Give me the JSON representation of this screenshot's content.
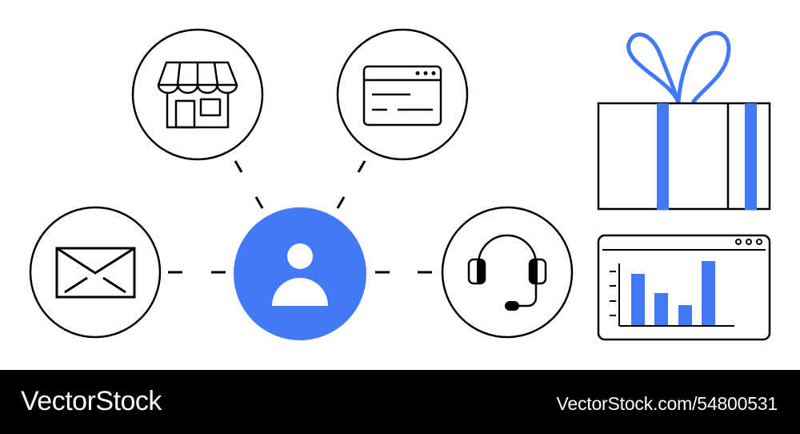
{
  "illustration": {
    "theme": "customer-centered business services",
    "accent_color": "#4279f7",
    "stroke_color": "#000000",
    "center": {
      "icon": "user-icon",
      "style": "filled-blue-circle"
    },
    "satellites": [
      {
        "icon": "storefront-icon",
        "position": "top-left"
      },
      {
        "icon": "browser-window-icon",
        "position": "top-right"
      },
      {
        "icon": "envelope-icon",
        "position": "left"
      },
      {
        "icon": "headset-icon",
        "position": "right"
      }
    ],
    "side_items": [
      {
        "icon": "gift-box-icon",
        "position": "top-right"
      },
      {
        "icon": "bar-chart-window-icon",
        "position": "bottom-right"
      }
    ]
  },
  "chart_window": {
    "bars": [
      0.82,
      0.5,
      0.3,
      1.0
    ],
    "ticks": 4
  },
  "footer": {
    "brand": "VectorStock",
    "url": "VectorStock.com/54800531"
  }
}
